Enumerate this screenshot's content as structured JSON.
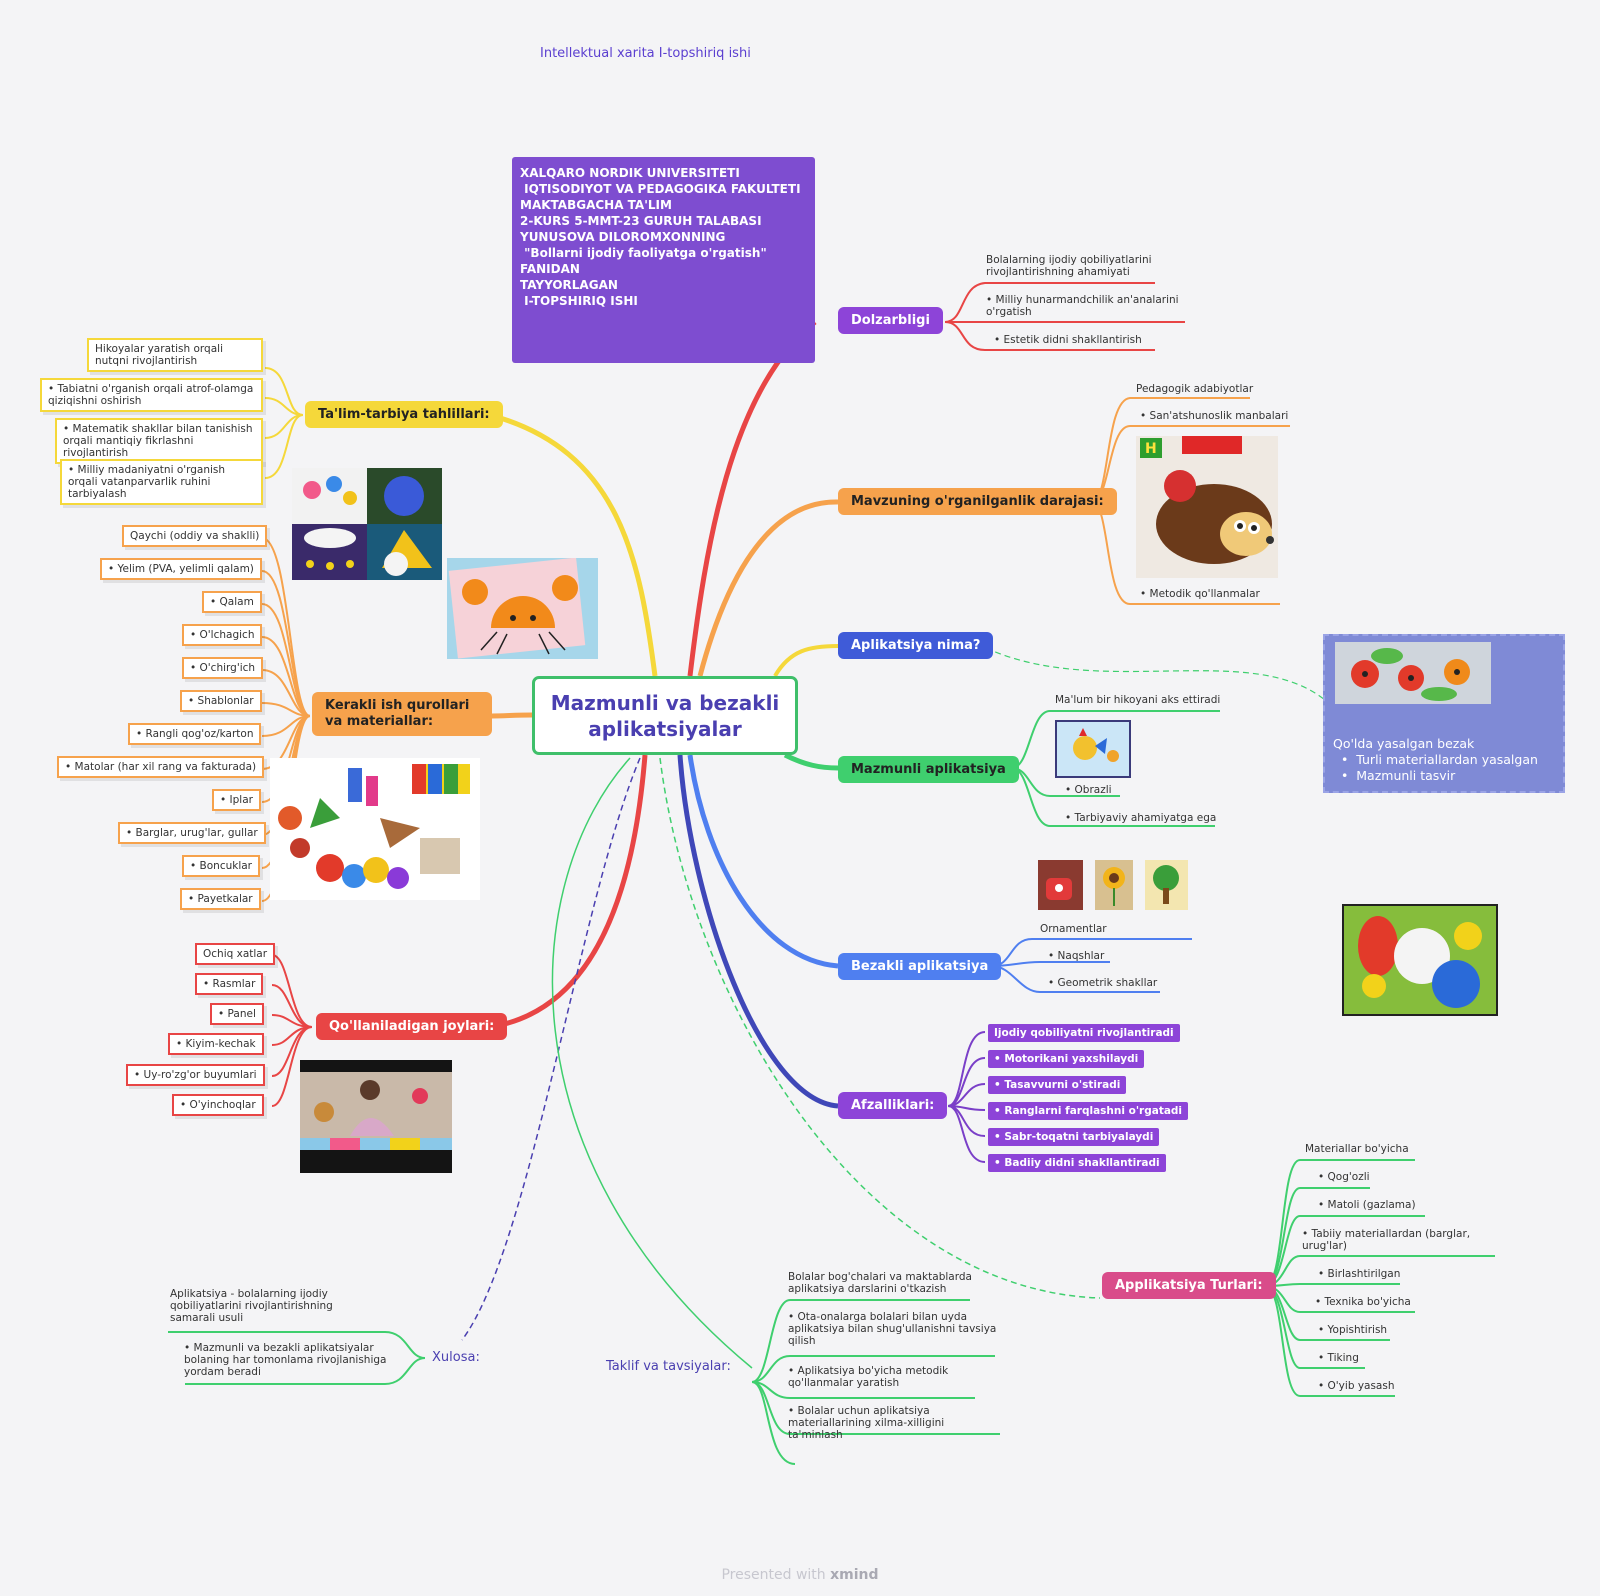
{
  "doc_title": "Intellektual xarita I-topshiriq ishi",
  "footer": {
    "prefix": "Presented with ",
    "brand": "xmind"
  },
  "info_box": {
    "lines": [
      "XALQARO NORDIK UNIVERSITETI",
      "",
      " IQTISODIYOT VA PEDAGOGIKA FAKULTETI",
      "MAKTABGACHA TA'LIM",
      "2-KURS 5-MMT-23 GURUH TALABASI",
      "YUNUSOVA DILOROMXONNING",
      " \"Bollarni ijodiy faoliyatga o'rgatish\"",
      "FANIDAN",
      "TAYYORLAGAN",
      " I-TOPSHIRIQ ISHI"
    ]
  },
  "center": {
    "line1": "Mazmunli va bezakli",
    "line2": "aplikatsiyalar"
  },
  "dolzarbligi": {
    "label": "Dolzarbligi",
    "items": [
      "Bolalarning ijodiy qobiliyatlarini rivojlantirishning ahamiyati",
      "• Milliy hunarmandchilik an'analarini o'rgatish",
      "• Estetik didni shakllantirish"
    ]
  },
  "mavzu": {
    "label": "Mavzuning o'rganilganlik darajasi:",
    "items": [
      "Pedagogik adabiyotlar",
      "• San'atshunoslik manbalari",
      "• Metodik qo'llanmalar"
    ]
  },
  "nima": {
    "label": "Aplikatsiya nima?"
  },
  "callout": {
    "lines": [
      "Qo'lda yasalgan bezak",
      "  •  Turli materiallardan yasalgan",
      "  •  Mazmunli tasvir"
    ]
  },
  "mazmunli": {
    "label": "Mazmunli aplikatsiya",
    "items": [
      "Ma'lum bir hikoyani aks ettiradi",
      "• Obrazli",
      "• Tarbiyaviy ahamiyatga ega"
    ]
  },
  "bezakli": {
    "label": "Bezakli aplikatsiya",
    "items": [
      "Ornamentlar",
      "• Naqshlar",
      "• Geometrik shakllar"
    ]
  },
  "afzallik": {
    "label": "Afzalliklari:",
    "items": [
      "Ijodiy qobiliyatni rivojlantiradi",
      "• Motorikani yaxshilaydi",
      "• Tasavvurni o'stiradi",
      "• Ranglarni farqlashni o'rgatadi",
      "• Sabr-toqatni tarbiyalaydi",
      "• Badiiy didni shakllantiradi"
    ]
  },
  "turlari": {
    "label": "Applikatsiya Turlari:",
    "items": [
      "Materiallar bo'yicha",
      "• Qog'ozli",
      "• Matoli (gazlama)",
      "• Tabiiy materiallardan (barglar, urug'lar)",
      "• Birlashtirilgan",
      "• Texnika bo'yicha",
      "• Yopishtirish",
      "• Tiking",
      "• O'yib yasash"
    ]
  },
  "taklif": {
    "label": "Taklif va tavsiyalar:",
    "items": [
      "Bolalar bog'chalari va maktablarda aplikatsiya darslarini o'tkazish",
      "• Ota-onalarga bolalari bilan uyda aplikatsiya bilan shug'ullanishni tavsiya qilish",
      "• Aplikatsiya bo'yicha metodik qo'llanmalar yaratish",
      "• Bolalar uchun aplikatsiya materiallarining xilma-xilligini ta'minlash"
    ]
  },
  "xulosa": {
    "label": "Xulosa:",
    "items": [
      "Aplikatsiya - bolalarning ijodiy qobiliyatlarini rivojlantirishning samarali usuli",
      "• Mazmunli va bezakli aplikatsiyalar bolaning har tomonlama rivojlanishiga yordam beradi"
    ]
  },
  "talim": {
    "label": "Ta'lim-tarbiya tahlillari:",
    "items": [
      "Hikoyalar yaratish orqali nutqni rivojlantirish",
      "• Tabiatni o'rganish orqali atrof-olamga qiziqishni oshirish",
      "• Matematik shakllar bilan tanishish orqali mantiqiy fikrlashni rivojlantirish",
      "• Milliy madaniyatni o'rganish orqali vatanparvarlik ruhini tarbiyalash"
    ]
  },
  "kerakli": {
    "label": "Kerakli ish qurollari va materiallar:",
    "items": [
      "Qaychi (oddiy va shaklli)",
      "• Yelim (PVA, yelimli qalam)",
      "• Qalam",
      "• O'lchagich",
      "• O'chirg'ich",
      "• Shablonlar",
      "• Rangli qog'oz/karton",
      "• Matolar (har xil rang va fakturada)",
      "• Iplar",
      "• Barglar, urug'lar, gullar",
      "• Boncuklar",
      "• Payetkalar"
    ]
  },
  "joylari": {
    "label": "Qo'llaniladigan joylari:",
    "items": [
      "Ochiq xatlar",
      "• Rasmlar",
      "• Panel",
      "• Kiyim-kechak",
      "• Uy-ro'zg'or buyumlari",
      "• O'yinchoqlar"
    ]
  },
  "colors": {
    "red": "#e84545",
    "orange": "#f6a24c",
    "yellow": "#f5d83a",
    "blue": "#3f5bd8",
    "navy": "#3f47b8",
    "green": "#3fcf6e",
    "purple": "#7a3fc8",
    "pink": "#d94c8a",
    "bezakli": "#4f7ff0",
    "afzal": "#8848d4"
  },
  "icons": [
    "crayfish-craft-image",
    "flowers-collage-image",
    "hedgehog-craft-image",
    "materials-photo-image",
    "video-thumbnail-image",
    "rooster-image",
    "ornament-images",
    "ladybug-craft-image",
    "chicks-craft-image"
  ]
}
